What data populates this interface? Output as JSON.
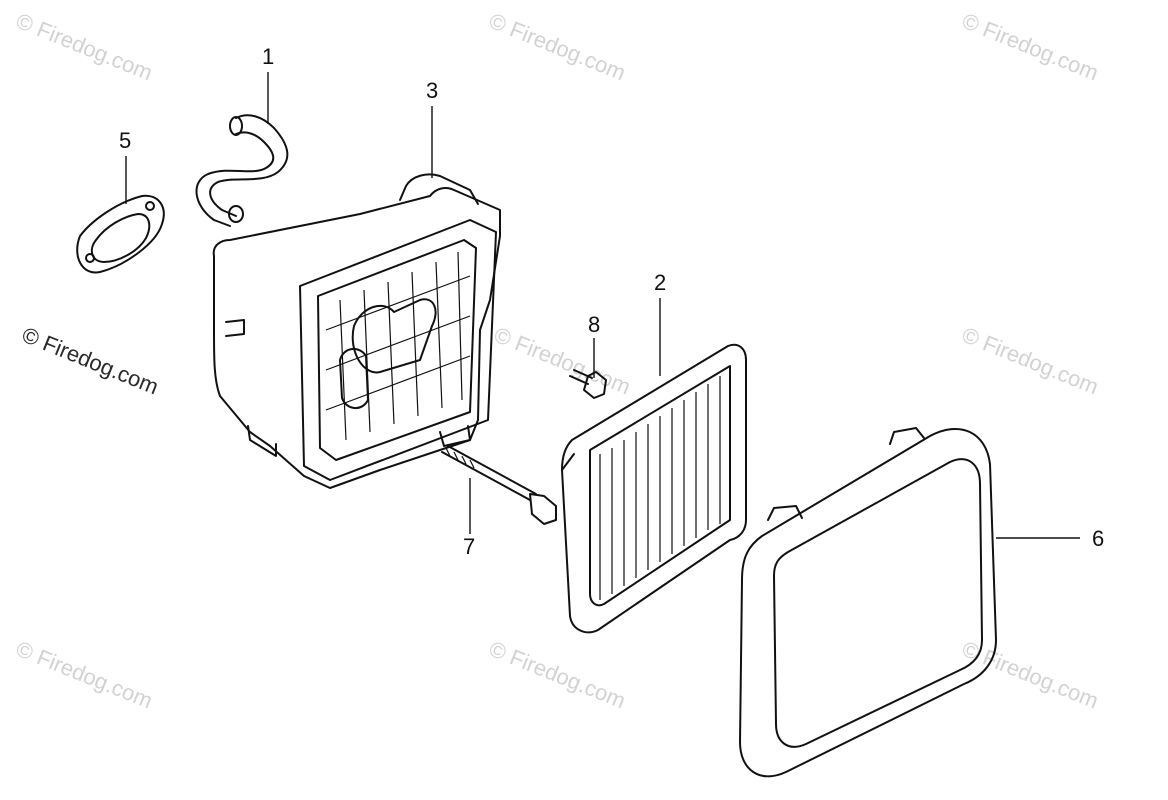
{
  "watermark_text": "© Firedog.com",
  "callouts": {
    "c1": "1",
    "c2": "2",
    "c3": "3",
    "c5": "5",
    "c6": "6",
    "c7": "7",
    "c8": "8"
  }
}
